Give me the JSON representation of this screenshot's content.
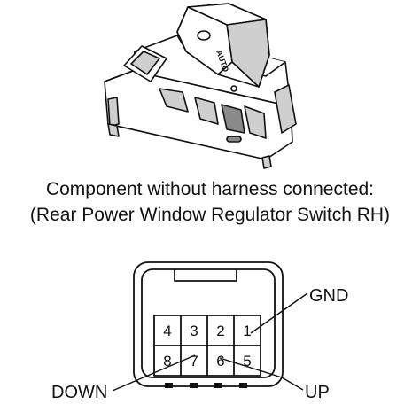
{
  "switch_illustration": {
    "button_label": "AUTO"
  },
  "caption": {
    "line1": "Component without harness connected:",
    "line2": "(Rear Power Window Regulator Switch RH)"
  },
  "connector": {
    "pins_top": [
      "4",
      "3",
      "2",
      "1"
    ],
    "pins_bottom": [
      "8",
      "7",
      "6",
      "5"
    ],
    "labels": {
      "gnd": "GND",
      "up": "UP",
      "down": "DOWN"
    }
  },
  "colors": {
    "line": "#111111",
    "switch_body": "#ffffff",
    "switch_shade": "#cfcfcf",
    "switch_dark": "#8a8a8a"
  }
}
